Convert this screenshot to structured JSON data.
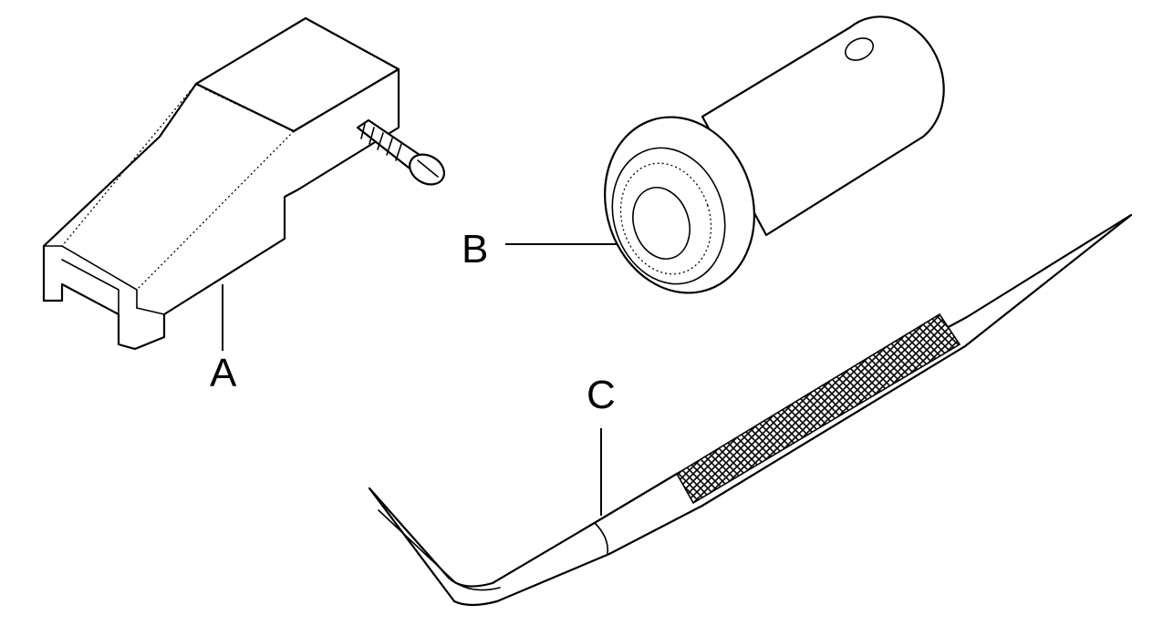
{
  "diagram": {
    "parts": [
      {
        "id": "A",
        "label": "A"
      },
      {
        "id": "B",
        "label": "B"
      },
      {
        "id": "C",
        "label": "C"
      }
    ],
    "colors": {
      "line": "#000000",
      "background": "#ffffff"
    }
  }
}
